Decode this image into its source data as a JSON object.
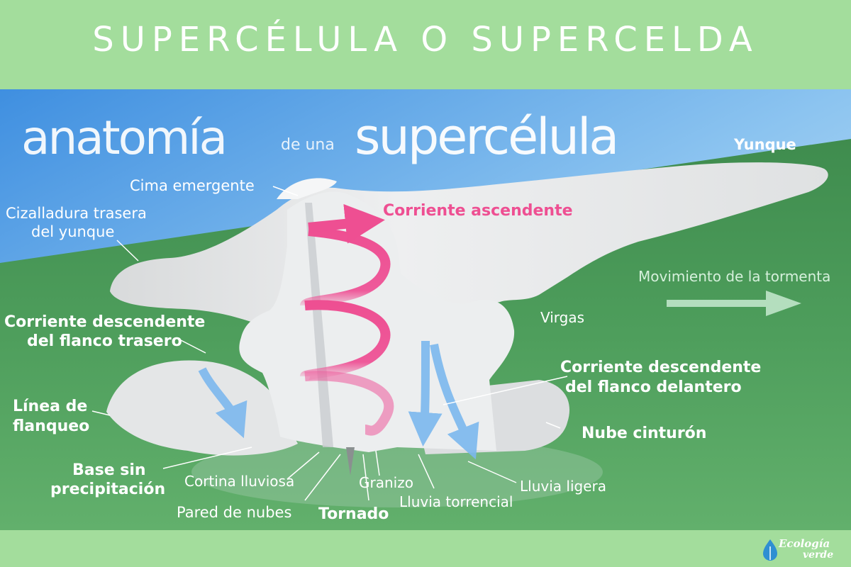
{
  "header": {
    "title": "SUPERCÉLULA O SUPERCELDA"
  },
  "diagram_title": {
    "part1": "anatomía",
    "part2": "de una",
    "part3": "supercélula"
  },
  "labels": {
    "yunque": "Yunque",
    "cima_emergente": "Cima emergente",
    "cizalladura_l1": "Cizalladura trasera",
    "cizalladura_l2": "del yunque",
    "corriente_ascendente": "Corriente ascendente",
    "movimiento": "Movimiento de la tormenta",
    "virgas": "Virgas",
    "cdft_l1": "Corriente descendente",
    "cdft_l2": "del flanco trasero",
    "cdfd_l1": "Corriente descendente",
    "cdfd_l2": "del flanco delantero",
    "linea_l1": "Línea de",
    "linea_l2": "flanqueo",
    "nube_cinturon": "Nube cinturón",
    "base_l1": "Base sin",
    "base_l2": "precipitación",
    "cortina": "Cortina lluviosa",
    "granizo": "Granizo",
    "lluvia_ligera": "Lluvia ligera",
    "lluvia_torrencial": "Lluvia torrencial",
    "pared": "Pared de nubes",
    "tornado": "Tornado"
  },
  "logo": {
    "line1": "Ecología",
    "line2": "verde"
  },
  "colors": {
    "frame": "#a3dd9c",
    "sky": "#5fa8e6",
    "ground": "#4c9a5a",
    "cloud": "#e8eaeb",
    "updraft": "#ee5a9a",
    "downdraft": "#7cb8ee"
  }
}
